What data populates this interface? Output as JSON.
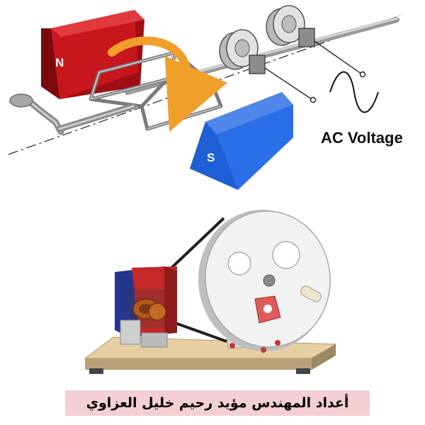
{
  "diagram": {
    "north_label": "N",
    "south_label": "S",
    "output_label": "AC Voltage",
    "colors": {
      "north_pole": "#c8161d",
      "south_pole": "#1f5fd6",
      "rotation_arrow": "#f0a028",
      "coil": "#7a7a7a",
      "slip_ring": "#d8d8d8"
    }
  },
  "photo": {
    "colors": {
      "base": "#e6cfa3",
      "wheel": "#f2f2f2",
      "magnet": "#c62828",
      "frame": "#23358c",
      "coil": "#b35a1a"
    }
  },
  "caption": {
    "text": "أعداد المهندس مؤيد رحيم خليل العزاوي",
    "background": "#f4cfd4"
  }
}
